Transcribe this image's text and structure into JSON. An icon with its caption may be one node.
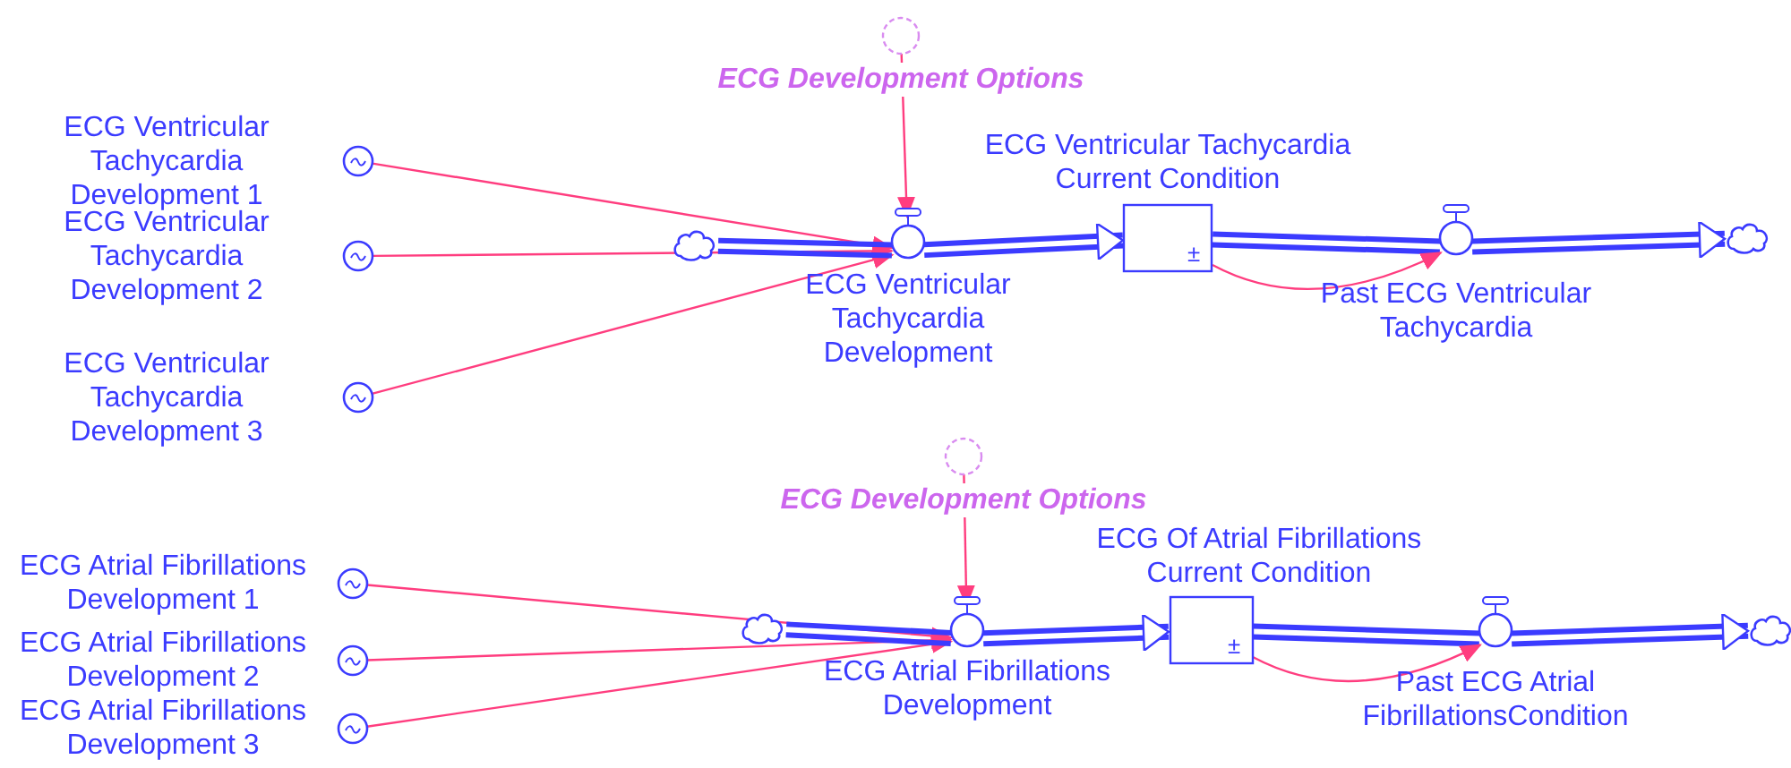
{
  "diagram": {
    "nodes": [
      {
        "text": [
          "ECG Development Options"
        ]
      },
      {
        "text": [
          "ECG Ventricular Tachycardia Development 1"
        ]
      },
      {
        "text": [
          "ECG Ventricular Tachycardia Development 2"
        ]
      },
      {
        "text": [
          "ECG Ventricular Tachycardia Development 3"
        ]
      },
      {
        "text": [],
        "shape": "cloud"
      },
      {
        "text": [
          "ECG Ventricular Tachycardia Development"
        ]
      },
      {
        "text": [
          "ECG Ventricular Tachycardia Current Condition",
          "±"
        ]
      },
      {
        "text": [
          "Past ECG Ventricular Tachycardia"
        ]
      },
      {
        "text": [],
        "shape": "cloud"
      },
      {
        "text": [
          "ECG Development Options"
        ]
      },
      {
        "text": [
          "ECG Atrial Fibrillations Development 1"
        ]
      },
      {
        "text": [
          "ECG Atrial Fibrillations Development 2"
        ]
      },
      {
        "text": [
          "ECG Atrial Fibrillations Development 3"
        ]
      },
      {
        "text": [],
        "shape": "cloud"
      },
      {
        "text": [
          "ECG Atrial Fibrillations Development"
        ]
      },
      {
        "text": [
          "ECG Of Atrial Fibrillations Current Condition",
          "±"
        ]
      },
      {
        "text": [
          "Past ECG Atrial FibrillationsCondition"
        ]
      },
      {
        "text": [],
        "shape": "cloud"
      }
    ],
    "edges": [
      {
        "from": 0,
        "to": 5,
        "arrow": "to"
      },
      {
        "from": 1,
        "to": 5,
        "arrow": "to"
      },
      {
        "from": 2,
        "to": 5,
        "arrow": "to"
      },
      {
        "from": 3,
        "to": 5,
        "arrow": "to"
      },
      {
        "from": 4,
        "to": 5,
        "arrow": "none",
        "style": "thick",
        "color": "#3b3bff"
      },
      {
        "from": 5,
        "to": 6,
        "arrow": "to",
        "style": "thick",
        "color": "#3b3bff"
      },
      {
        "from": 6,
        "to": 7,
        "arrow": "none",
        "style": "thick",
        "color": "#3b3bff"
      },
      {
        "from": 7,
        "to": 8,
        "arrow": "to",
        "style": "thick",
        "color": "#3b3bff"
      },
      {
        "from": 6,
        "to": 7,
        "arrow": "to"
      },
      {
        "from": 9,
        "to": 14,
        "arrow": "to"
      },
      {
        "from": 10,
        "to": 14,
        "arrow": "to"
      },
      {
        "from": 11,
        "to": 14,
        "arrow": "to"
      },
      {
        "from": 12,
        "to": 14,
        "arrow": "to"
      },
      {
        "from": 13,
        "to": 14,
        "arrow": "none",
        "style": "thick",
        "color": "#3b3bff"
      },
      {
        "from": 14,
        "to": 15,
        "arrow": "to",
        "style": "thick",
        "color": "#3b3bff"
      },
      {
        "from": 15,
        "to": 16,
        "arrow": "none",
        "style": "thick",
        "color": "#3b3bff"
      },
      {
        "from": 16,
        "to": 17,
        "arrow": "to",
        "style": "thick",
        "color": "#3b3bff"
      },
      {
        "from": 15,
        "to": 16,
        "arrow": "to"
      }
    ]
  }
}
